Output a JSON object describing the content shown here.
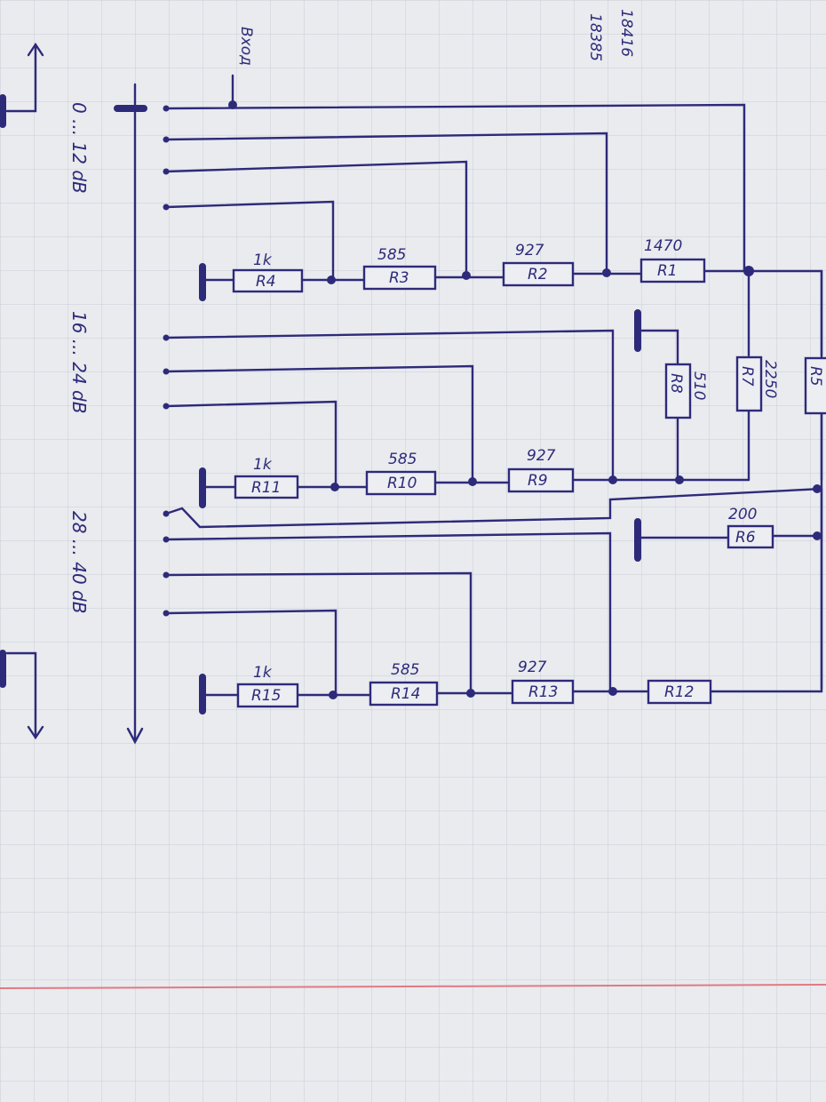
{
  "header_notes": {
    "value_a": "18416",
    "value_b": "18385"
  },
  "input_label": "Вход",
  "ranges": [
    "0 ... 12 dB",
    "16 ... 24 dB",
    "28 ... 40 dB"
  ],
  "resistors": {
    "R1": {
      "name": "R1",
      "value": "1470"
    },
    "R2": {
      "name": "R2",
      "value": "927"
    },
    "R3": {
      "name": "R3",
      "value": "585"
    },
    "R4": {
      "name": "R4",
      "value": "1k"
    },
    "R5": {
      "name": "R5"
    },
    "R6": {
      "name": "R6",
      "value": "200"
    },
    "R7": {
      "name": "R7",
      "value": "2250"
    },
    "R8": {
      "name": "R8",
      "value": "510"
    },
    "R9": {
      "name": "R9",
      "value": "927"
    },
    "R10": {
      "name": "R10",
      "value": "585"
    },
    "R11": {
      "name": "R11",
      "value": "1k"
    },
    "R12": {
      "name": "R12"
    },
    "R13": {
      "name": "R13",
      "value": "927"
    },
    "R14": {
      "name": "R14",
      "value": "585"
    },
    "R15": {
      "name": "R15",
      "value": "1k"
    }
  },
  "colors": {
    "ink": "#2e2a7a",
    "paper": "#e9ebee",
    "grid": "#c9cdd6",
    "margin_line": "#e07a84"
  }
}
